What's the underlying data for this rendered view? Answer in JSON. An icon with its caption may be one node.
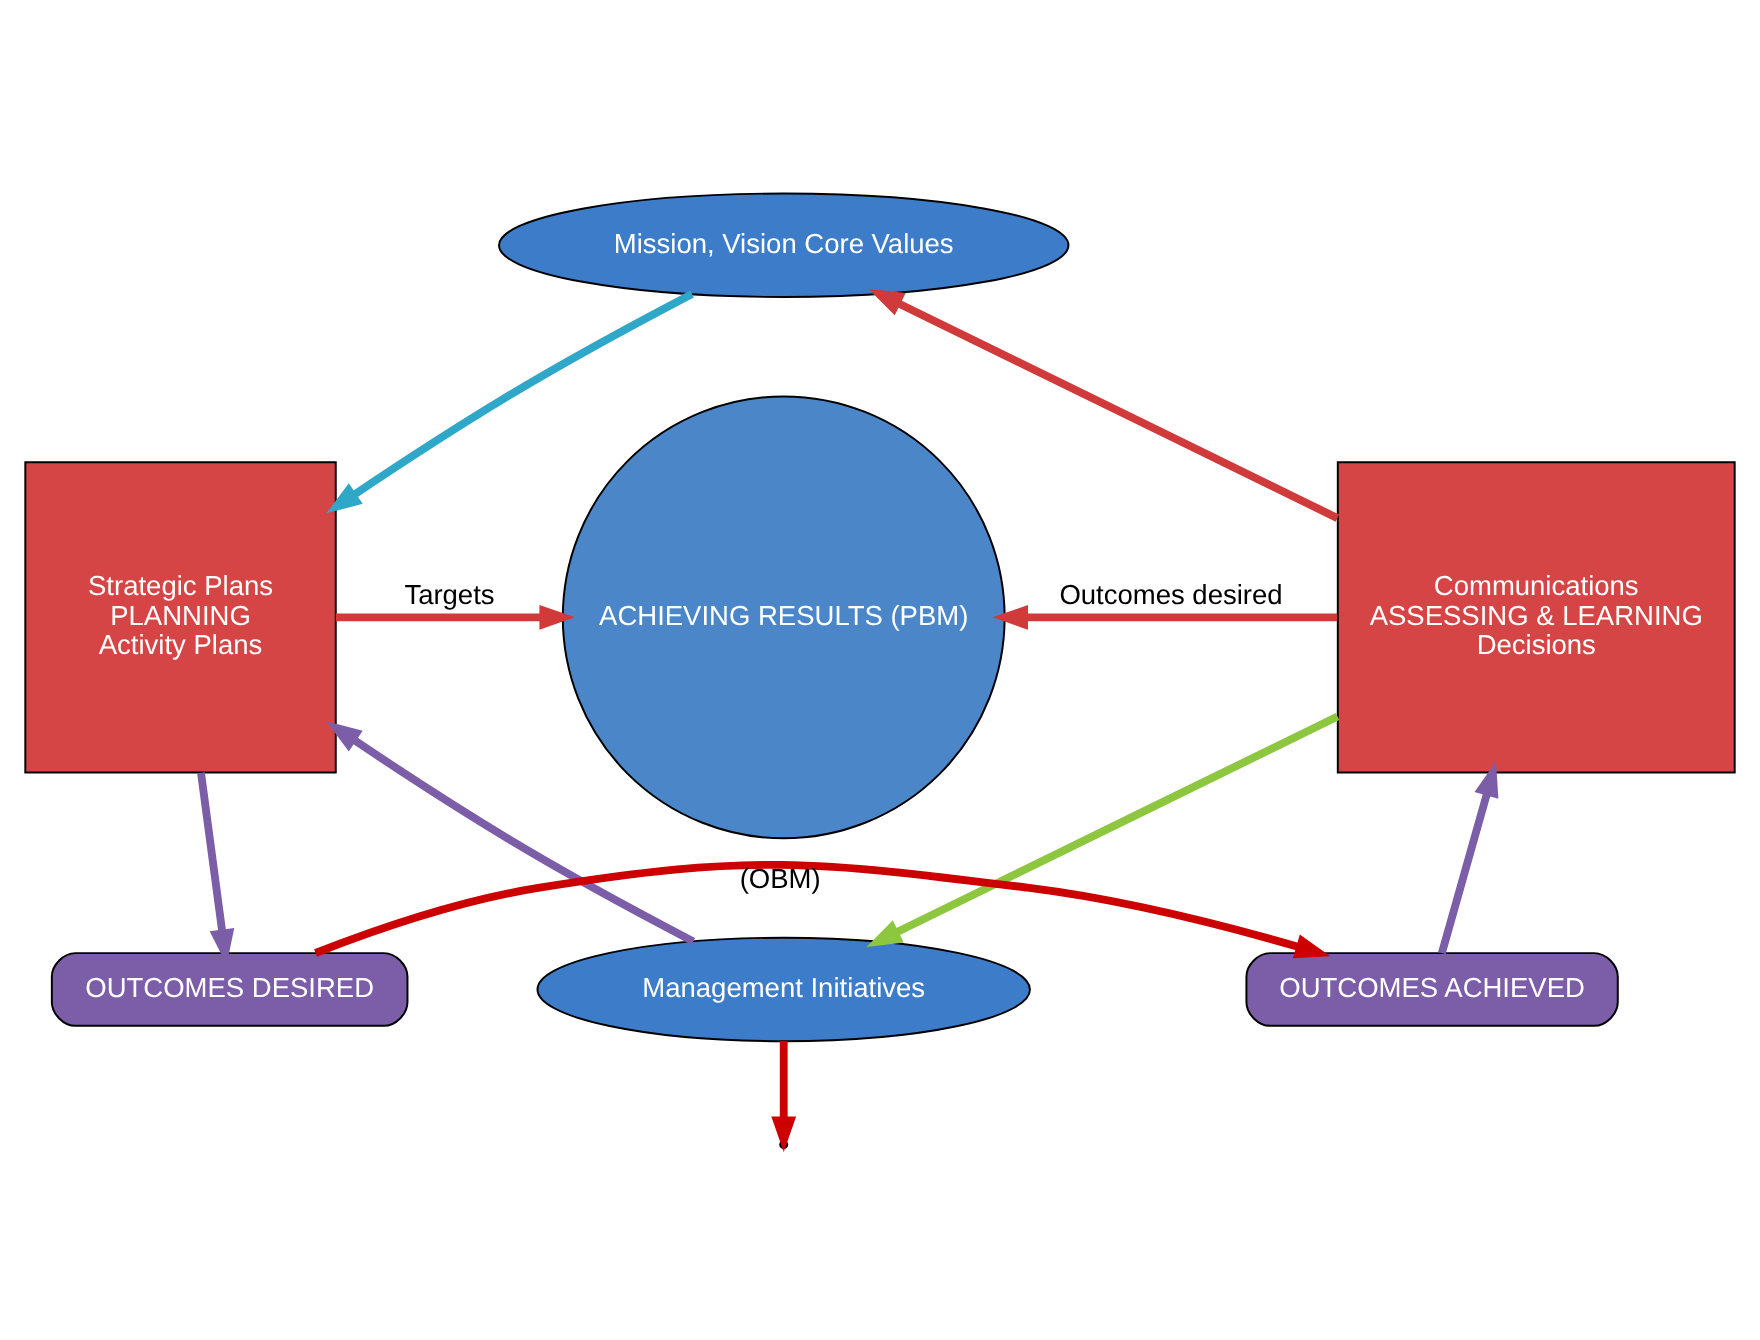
{
  "diagram": {
    "nodes": [
      {
        "text": [
          "Mission, Vision Core Values"
        ]
      },
      {
        "text": [
          "Strategic Plans",
          "PLANNING",
          "Activity Plans"
        ]
      },
      {
        "text": [
          "ACHIEVING RESULTS (PBM)"
        ]
      },
      {
        "text": [
          "Communications",
          "ASSESSING & LEARNING",
          "Decisions"
        ]
      },
      {
        "text": [
          "Management Initiatives"
        ]
      },
      {
        "text": [
          "OUTCOMES DESIRED"
        ]
      },
      {
        "text": [
          "OUTCOMES ACHIEVED"
        ]
      }
    ],
    "edges": [
      {
        "from": 0,
        "to": 1,
        "arrow": "to",
        "color": "#2ea7c9"
      },
      {
        "from": 1,
        "to": 2,
        "arrow": "to",
        "label": "Targets",
        "color": "#d03a3a"
      },
      {
        "from": 3,
        "to": 2,
        "arrow": "to",
        "label": "Outcomes desired",
        "color": "#d03a3a"
      },
      {
        "from": 3,
        "to": 0,
        "arrow": "to",
        "color": "#d03a3a"
      },
      {
        "from": 3,
        "to": 4,
        "arrow": "to",
        "color": "#8dc63f"
      },
      {
        "from": 4,
        "to": 1,
        "arrow": "to",
        "color": "#7b5ea7"
      },
      {
        "from": 1,
        "to": 5,
        "arrow": "to",
        "color": "#7b5ea7"
      },
      {
        "from": 6,
        "to": 3,
        "arrow": "to",
        "color": "#7b5ea7"
      },
      {
        "from": 5,
        "to": 6,
        "arrow": "to",
        "label": "(OBM)",
        "color": "#cc0000"
      },
      {
        "from": 4,
        "to": null,
        "arrow": "to",
        "color": "#cc0000"
      }
    ]
  }
}
